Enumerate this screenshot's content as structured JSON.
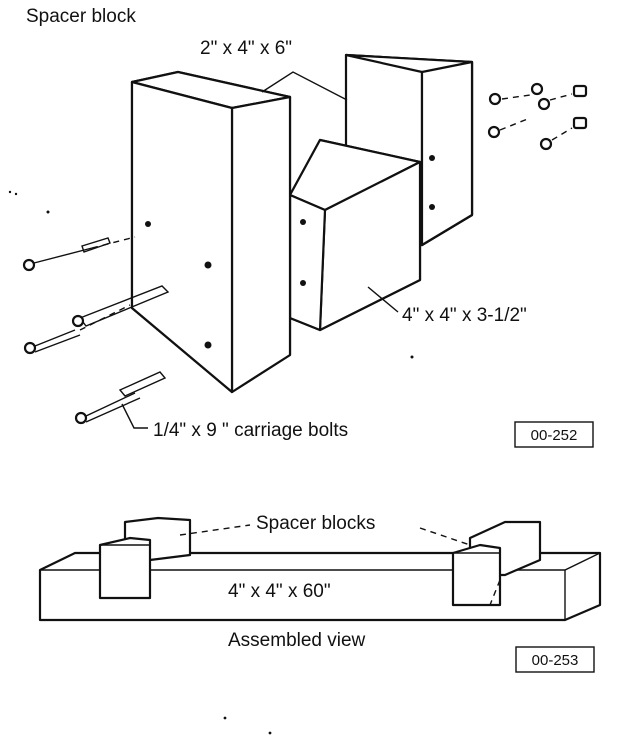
{
  "title": "Spacer block",
  "labels": {
    "top_block": "2\" x 4\" x 6\"",
    "middle_block": "4\" x 4\" x 3-1/2\"",
    "bolts": "1/4\" x 9 \" carriage bolts",
    "spacer_blocks": "Spacer blocks",
    "beam": "4\" x 4\" x  60\"",
    "assembled_view": "Assembled view"
  },
  "figure_ids": {
    "exploded": "00-252",
    "assembled": "00-253"
  }
}
